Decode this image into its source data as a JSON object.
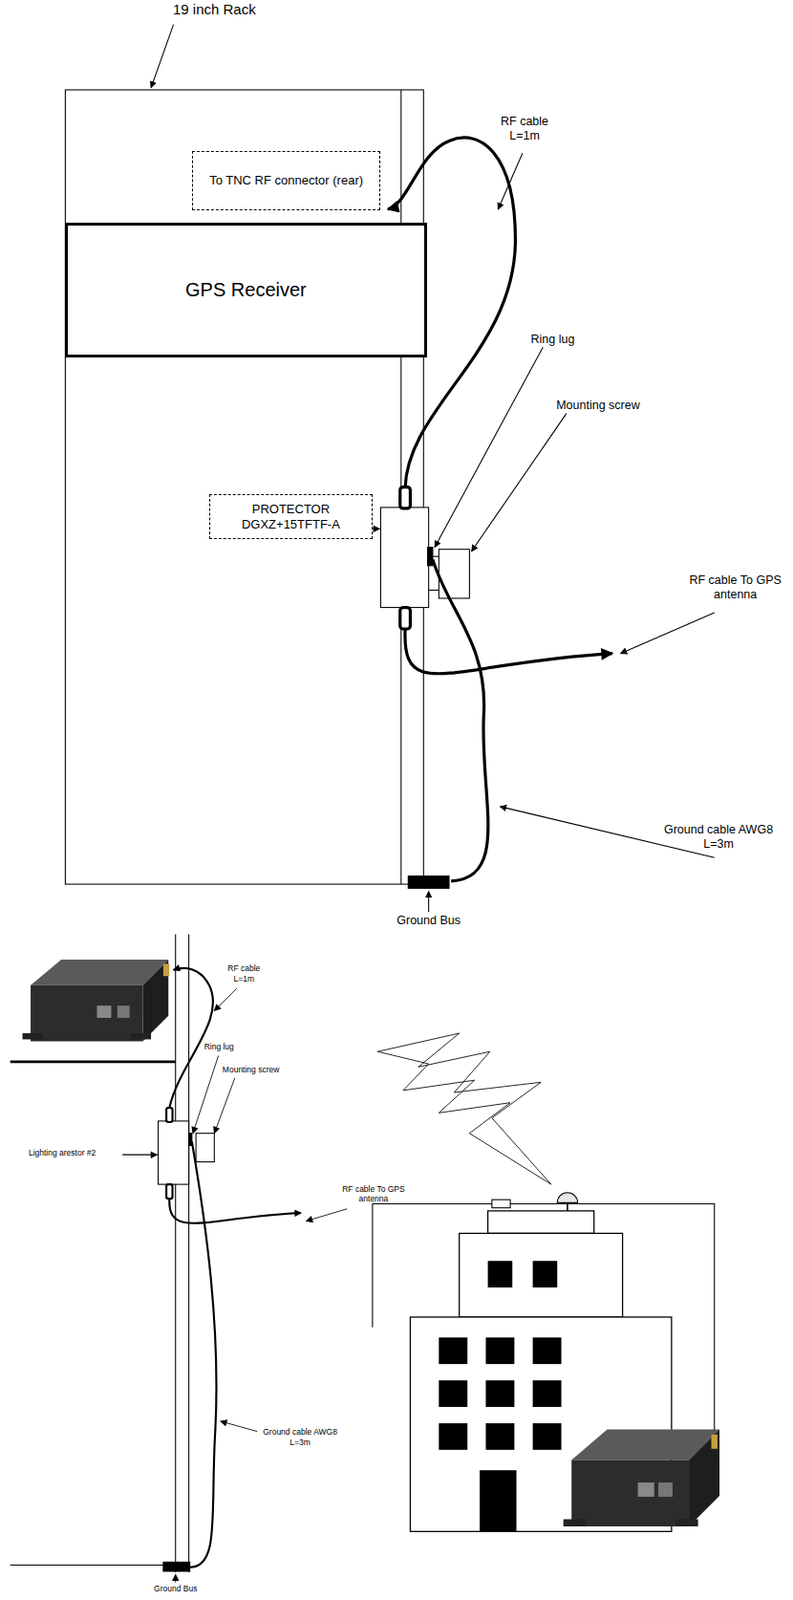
{
  "diagram": {
    "nodes": [
      {
        "text": [
          "To TNC RF connector (rear)"
        ]
      },
      {
        "text": [
          "GPS Receiver"
        ]
      },
      {
        "text": [
          "PROTECTOR DGXZ+15TFTF-A"
        ]
      }
    ],
    "labels": [
      "19 inch Rack",
      "RF cable L=1m",
      "Ring lug",
      "Mounting screw",
      "RF cable To GPS antenna",
      "Ground cable AWG8 L=3m",
      "Ground Bus",
      "RF cable L=1m",
      "Ring lug",
      "Mounting screw",
      "Lighting arestor #2",
      "RF cable To GPS antenna",
      "Ground cable AWG8 L=3m",
      "Ground Bus"
    ]
  }
}
